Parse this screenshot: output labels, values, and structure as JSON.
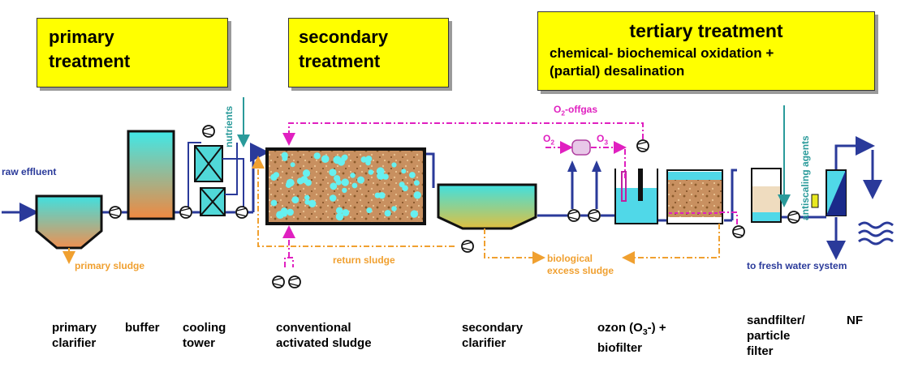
{
  "stages": {
    "primary": {
      "title": "primary\ntreatment"
    },
    "secondary": {
      "title": "secondary\ntreatment"
    },
    "tertiary": {
      "title": "tertiary  treatment",
      "subtitle": "chemical- biochemical  oxidation +\n(partial) desalination"
    }
  },
  "flow_labels": {
    "raw_effluent": "raw effluent",
    "primary_sludge": "primary  sludge",
    "nutrients": "nutrients",
    "return_sludge": "return sludge",
    "o2_offgas": "O2-offgas",
    "o2": "O2",
    "o3": "O3",
    "biological_excess_sludge": "biological\nexcess sludge",
    "antiscaling_agents": "antiscaling agents",
    "fresh_water": "to fresh water system"
  },
  "units": {
    "primary_clarifier": "primary\nclarifier",
    "buffer": "buffer",
    "cooling_tower": "cooling\ntower",
    "activated_sludge": "conventional\nactivated sludge",
    "secondary_clarifier": "secondary\nclarifier",
    "ozone_biofilter": "ozon (O3-) +\nbiofilter",
    "sandfilter": "sandfilter/\nparticle\nfilter",
    "nf": "NF"
  },
  "colors": {
    "stage_fill": "#ffff00",
    "pipe_blue": "#2a3a9a",
    "return_orange": "#f0a030",
    "offgas_magenta": "#e020c0",
    "reagent_teal": "#2a9a9a",
    "water_cyan": "#4ee0e0",
    "sludge_orange": "#f08a40",
    "sludge_brown": "#c89060"
  },
  "icons": [
    "pump-icon",
    "arrow-icon",
    "waves-icon",
    "ozone-generator-icon"
  ]
}
